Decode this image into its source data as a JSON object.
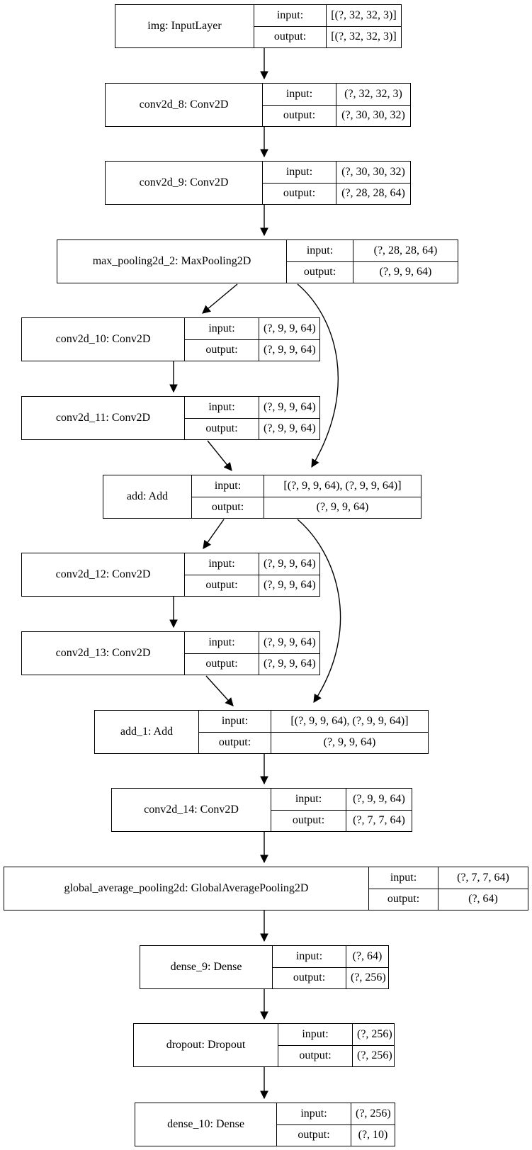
{
  "diagram": {
    "kind": "keras-model-plot",
    "colors": {
      "border": "#000000",
      "background": "#ffffff",
      "text": "#000000"
    },
    "labels": {
      "input": "input:",
      "output": "output:"
    },
    "nodes": [
      {
        "id": "img",
        "label": "img: InputLayer",
        "input": "[(?, 32, 32, 3)]",
        "output": "[(?, 32, 32, 3)]"
      },
      {
        "id": "conv2d_8",
        "label": "conv2d_8: Conv2D",
        "input": "(?, 32, 32, 3)",
        "output": "(?, 30, 30, 32)"
      },
      {
        "id": "conv2d_9",
        "label": "conv2d_9: Conv2D",
        "input": "(?, 30, 30, 32)",
        "output": "(?, 28, 28, 64)"
      },
      {
        "id": "max_pooling2d_2",
        "label": "max_pooling2d_2: MaxPooling2D",
        "input": "(?, 28, 28, 64)",
        "output": "(?, 9, 9, 64)"
      },
      {
        "id": "conv2d_10",
        "label": "conv2d_10: Conv2D",
        "input": "(?, 9, 9, 64)",
        "output": "(?, 9, 9, 64)"
      },
      {
        "id": "conv2d_11",
        "label": "conv2d_11: Conv2D",
        "input": "(?, 9, 9, 64)",
        "output": "(?, 9, 9, 64)"
      },
      {
        "id": "add",
        "label": "add: Add",
        "input": "[(?, 9, 9, 64), (?, 9, 9, 64)]",
        "output": "(?, 9, 9, 64)"
      },
      {
        "id": "conv2d_12",
        "label": "conv2d_12: Conv2D",
        "input": "(?, 9, 9, 64)",
        "output": "(?, 9, 9, 64)"
      },
      {
        "id": "conv2d_13",
        "label": "conv2d_13: Conv2D",
        "input": "(?, 9, 9, 64)",
        "output": "(?, 9, 9, 64)"
      },
      {
        "id": "add_1",
        "label": "add_1: Add",
        "input": "[(?, 9, 9, 64), (?, 9, 9, 64)]",
        "output": "(?, 9, 9, 64)"
      },
      {
        "id": "conv2d_14",
        "label": "conv2d_14: Conv2D",
        "input": "(?, 9, 9, 64)",
        "output": "(?, 7, 7, 64)"
      },
      {
        "id": "global_average_pooling2d",
        "label": "global_average_pooling2d: GlobalAveragePooling2D",
        "input": "(?, 7, 7, 64)",
        "output": "(?, 64)"
      },
      {
        "id": "dense_9",
        "label": "dense_9: Dense",
        "input": "(?, 64)",
        "output": "(?, 256)"
      },
      {
        "id": "dropout",
        "label": "dropout: Dropout",
        "input": "(?, 256)",
        "output": "(?, 256)"
      },
      {
        "id": "dense_10",
        "label": "dense_10: Dense",
        "input": "(?, 256)",
        "output": "(?, 10)"
      }
    ],
    "edges": [
      {
        "from": "img",
        "to": "conv2d_8"
      },
      {
        "from": "conv2d_8",
        "to": "conv2d_9"
      },
      {
        "from": "conv2d_9",
        "to": "max_pooling2d_2"
      },
      {
        "from": "max_pooling2d_2",
        "to": "conv2d_10"
      },
      {
        "from": "max_pooling2d_2",
        "to": "add"
      },
      {
        "from": "conv2d_10",
        "to": "conv2d_11"
      },
      {
        "from": "conv2d_11",
        "to": "add"
      },
      {
        "from": "add",
        "to": "conv2d_12"
      },
      {
        "from": "add",
        "to": "add_1"
      },
      {
        "from": "conv2d_12",
        "to": "conv2d_13"
      },
      {
        "from": "conv2d_13",
        "to": "add_1"
      },
      {
        "from": "add_1",
        "to": "conv2d_14"
      },
      {
        "from": "conv2d_14",
        "to": "global_average_pooling2d"
      },
      {
        "from": "global_average_pooling2d",
        "to": "dense_9"
      },
      {
        "from": "dense_9",
        "to": "dropout"
      },
      {
        "from": "dropout",
        "to": "dense_10"
      }
    ]
  }
}
